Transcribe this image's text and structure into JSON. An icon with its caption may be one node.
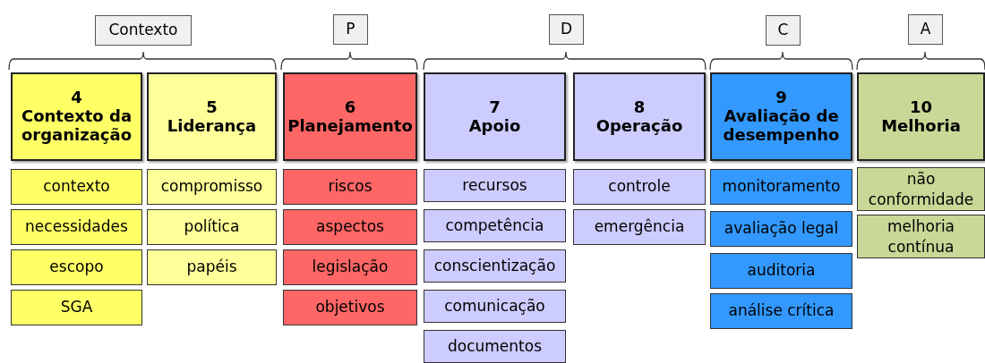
{
  "diagram": {
    "nodes": [
      {
        "text": [
          "Contexto"
        ]
      },
      {
        "text": [
          "P"
        ]
      },
      {
        "text": [
          "D"
        ]
      },
      {
        "text": [
          "C"
        ]
      },
      {
        "text": [
          "A"
        ]
      },
      {
        "text": [
          "4",
          "Contexto da organização"
        ]
      },
      {
        "text": [
          "contexto"
        ]
      },
      {
        "text": [
          "necessidades"
        ]
      },
      {
        "text": [
          "escopo"
        ]
      },
      {
        "text": [
          "SGA"
        ]
      },
      {
        "text": [
          "5",
          "Liderança"
        ]
      },
      {
        "text": [
          "compromisso"
        ]
      },
      {
        "text": [
          "política"
        ]
      },
      {
        "text": [
          "papéis"
        ]
      },
      {
        "text": [
          "6",
          "Planejamento"
        ]
      },
      {
        "text": [
          "riscos"
        ]
      },
      {
        "text": [
          "aspectos"
        ]
      },
      {
        "text": [
          "legislação"
        ]
      },
      {
        "text": [
          "objetivos"
        ]
      },
      {
        "text": [
          "7",
          "Apoio"
        ]
      },
      {
        "text": [
          "recursos"
        ]
      },
      {
        "text": [
          "competência"
        ]
      },
      {
        "text": [
          "conscientização"
        ]
      },
      {
        "text": [
          "comunicação"
        ]
      },
      {
        "text": [
          "documentos"
        ]
      },
      {
        "text": [
          "8",
          "Operação"
        ]
      },
      {
        "text": [
          "controle"
        ]
      },
      {
        "text": [
          "emergência"
        ]
      },
      {
        "text": [
          "9",
          "Avaliação de desempenho"
        ]
      },
      {
        "text": [
          "monitoramento"
        ]
      },
      {
        "text": [
          "avaliação legal"
        ]
      },
      {
        "text": [
          "auditoria"
        ]
      },
      {
        "text": [
          "análise crítica"
        ]
      },
      {
        "text": [
          "10",
          "Melhoria"
        ]
      },
      {
        "text": [
          "não conformidade"
        ]
      },
      {
        "text": [
          "melhoria contínua"
        ]
      }
    ]
  }
}
